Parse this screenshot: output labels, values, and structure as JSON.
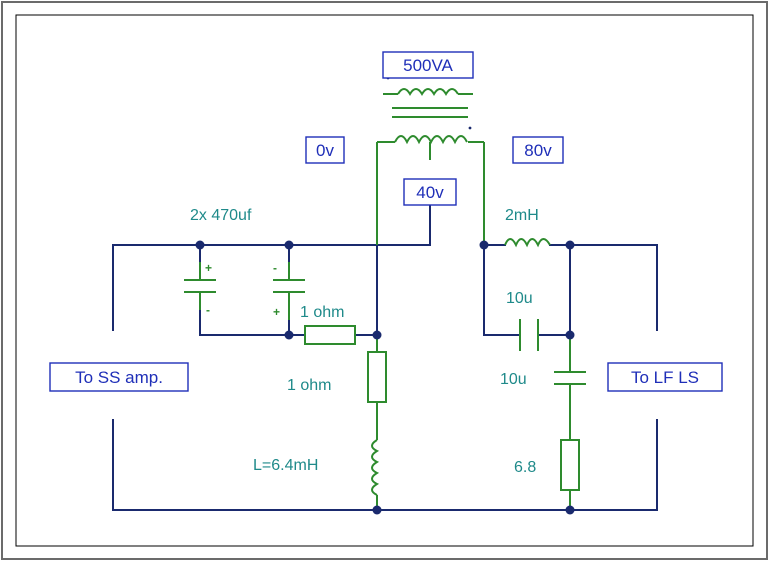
{
  "labels": {
    "transformer_rating": "500VA",
    "tap_0v": "0v",
    "tap_80v": "80v",
    "tap_40v": "40v",
    "input": "To SS amp.",
    "output": "To LF LS"
  },
  "values": {
    "capacitors": "2x 470uf",
    "resistor_horizontal": "1 ohm",
    "resistor_vertical": "1 ohm",
    "inductor_left": "L=6.4mH",
    "inductor_right": "2mH",
    "cap_series": "10u",
    "cap_shunt": "10u",
    "resistor_shunt": "6.8"
  },
  "polarity": {
    "plus": "+",
    "minus": "-"
  }
}
